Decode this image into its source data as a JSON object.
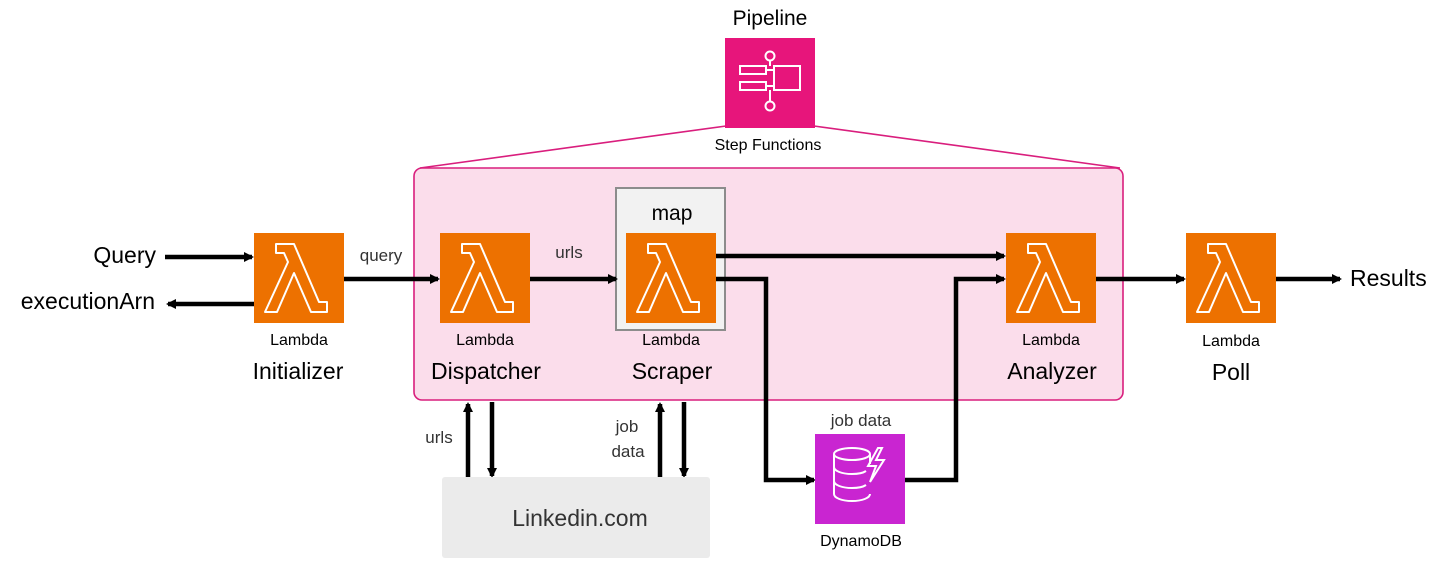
{
  "pipeline": {
    "title": "Pipeline",
    "service_label": "Step Functions",
    "map_label": "map",
    "colors": {
      "step_functions": "#E7157B",
      "pipeline_fill": "#FBDDEB",
      "pipeline_border": "#D91E7D"
    }
  },
  "inputs": {
    "query": "Query",
    "execution_arn": "executionArn",
    "results": "Results"
  },
  "lambdas": [
    {
      "id": "initializer",
      "service": "Lambda",
      "name": "Initializer"
    },
    {
      "id": "dispatcher",
      "service": "Lambda",
      "name": "Dispatcher"
    },
    {
      "id": "scraper",
      "service": "Lambda",
      "name": "Scraper"
    },
    {
      "id": "analyzer",
      "service": "Lambda",
      "name": "Analyzer"
    },
    {
      "id": "poll",
      "service": "Lambda",
      "name": "Poll"
    }
  ],
  "edge_labels": {
    "query": "query",
    "urls": "urls",
    "urls_linkedin": "urls",
    "job_data_linkedin_line1": "job",
    "job_data_linkedin_line2": "data",
    "job_data_dynamo": "job data"
  },
  "external": {
    "linkedin": "Linkedin.com"
  },
  "dynamodb": {
    "service": "DynamoDB",
    "color": "#C925D1"
  },
  "colors": {
    "lambda": "#ED7100",
    "arrow": "#000000",
    "linkedin_bg": "#EBEBEB",
    "map_border": "#8C8C8C",
    "map_fill": "#F2F2F2"
  },
  "icons": {
    "lambda": "lambda-icon",
    "step_functions": "step-functions-icon",
    "dynamodb": "dynamodb-icon"
  }
}
